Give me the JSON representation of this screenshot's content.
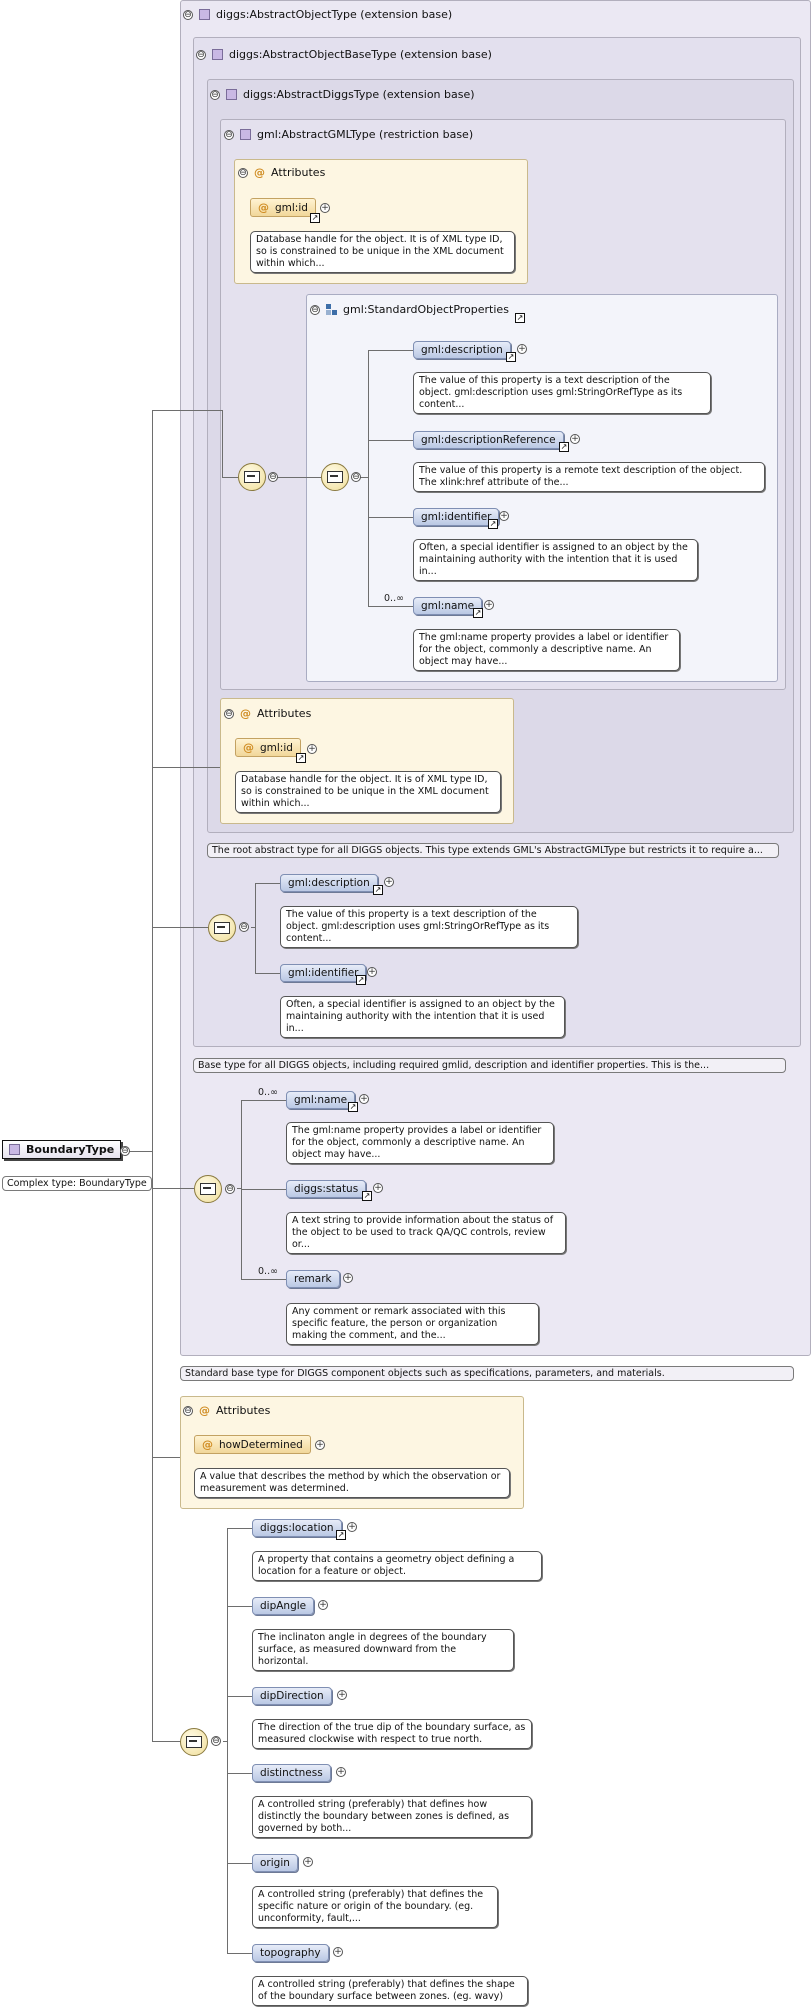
{
  "root": {
    "label": "BoundaryType",
    "complex_label": "Complex type: BoundaryType"
  },
  "headers": {
    "h1": "diggs:AbstractObjectType (extension base)",
    "h2": "diggs:AbstractObjectBaseType (extension base)",
    "h3": "diggs:AbstractDiggsType (extension base)",
    "h4": "gml:AbstractGMLType (restriction base)",
    "attributes": "Attributes",
    "std_props": "gml:StandardObjectProperties"
  },
  "icons": {
    "minus": "⊖",
    "plus": "+",
    "ref": "↗",
    "at": "@"
  },
  "occurrence": {
    "many": "0..∞"
  },
  "attr_gml_id": {
    "label": "gml:id",
    "desc": "Database handle for the object. It is of XML type ID, so is constrained to be unique in the XML document within which..."
  },
  "std_elements": [
    {
      "label": "gml:description",
      "desc": "The value of this property is a text description of the object. gml:description uses gml:StringOrRefType as its content..."
    },
    {
      "label": "gml:descriptionReference",
      "desc": "The value of this property is a remote text description of the object. The xlink:href attribute of the..."
    },
    {
      "label": "gml:identifier",
      "desc": "Often, a special identifier is assigned to an object by the maintaining authority with the intention that it is used in..."
    },
    {
      "label": "gml:name",
      "desc": "The gml:name property provides a label or identifier for the object, commonly a descriptive name. An object may have..."
    }
  ],
  "annotations": {
    "diggs_type": "The root abstract type for all DIGGS objects. This type extends GML's AbstractGMLType but restricts it to require a...",
    "base_type": "Base type for all DIGGS objects, including required gmlid, description and identifier properties. This is the...",
    "object_type": "Standard base type for DIGGS component objects such as specifications, parameters, and materials."
  },
  "base_elements": [
    {
      "label": "gml:description",
      "desc": "The value of this property is a text description of the object. gml:description uses gml:StringOrRefType as its content..."
    },
    {
      "label": "gml:identifier",
      "desc": "Often, a special identifier is assigned to an object by the maintaining authority with the intention that it is used in..."
    }
  ],
  "object_elements": [
    {
      "label": "gml:name",
      "desc": "The gml:name property provides a label or identifier for the object, commonly a descriptive name. An object may have..."
    },
    {
      "label": "diggs:status",
      "desc": "A text string to provide information about the status of the object to be used to track QA/QC controls, review or..."
    },
    {
      "label": "remark",
      "desc": "Any comment or remark associated with this specific feature, the person or organization making the comment, and the..."
    }
  ],
  "attr_how": {
    "label": "howDetermined",
    "desc": "A value that describes the method by which the observation or measurement was determined."
  },
  "boundary_elements": [
    {
      "label": "diggs:location",
      "desc": "A property that contains a geometry object defining a location for a feature or object."
    },
    {
      "label": "dipAngle",
      "desc": "The inclinaton angle in degrees of the boundary surface, as measured downward from the horizontal."
    },
    {
      "label": "dipDirection",
      "desc": "The direction of the true dip of the boundary surface, as measured clockwise with respect to true north."
    },
    {
      "label": "distinctness",
      "desc": "A controlled string (preferably) that defines how distinctly the boundary between zones is defined, as governed by both..."
    },
    {
      "label": "origin",
      "desc": "A controlled string (preferably) that defines the specific nature or origin of the boundary. (eg. unconformity, fault,..."
    },
    {
      "label": "topography",
      "desc": "A controlled string (preferably) that defines the shape of the boundary surface between zones. (eg. wavy)"
    }
  ]
}
